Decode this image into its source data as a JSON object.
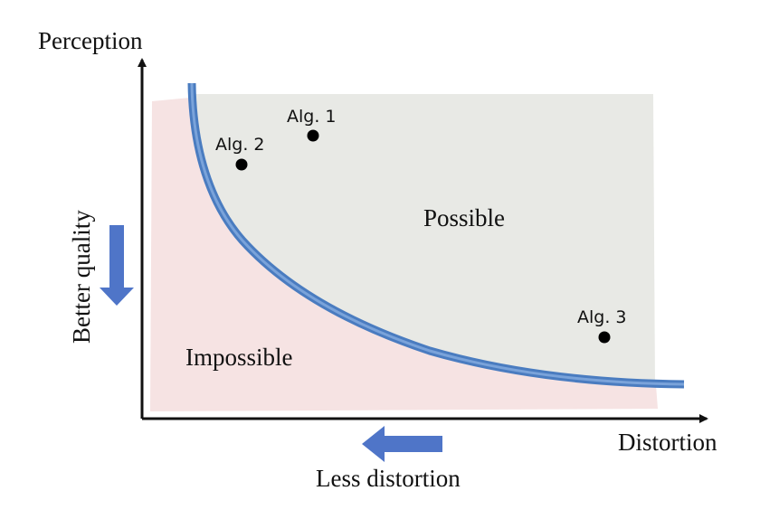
{
  "axes": {
    "y_label": "Perception",
    "x_label": "Distortion"
  },
  "arrows": {
    "vertical_label": "Better quality",
    "horizontal_label": "Less distortion"
  },
  "regions": {
    "possible": "Possible",
    "impossible": "Impossible"
  },
  "points": [
    {
      "label": "Alg. 1"
    },
    {
      "label": "Alg. 2"
    },
    {
      "label": "Alg. 3"
    }
  ],
  "colors": {
    "possible_region": "#e8e9e5",
    "impossible_region": "#f6e3e3",
    "boundary_curve": "#5b8fd0",
    "arrow_fill": "#4f75c8",
    "axis": "#111111",
    "point": "#000000"
  }
}
